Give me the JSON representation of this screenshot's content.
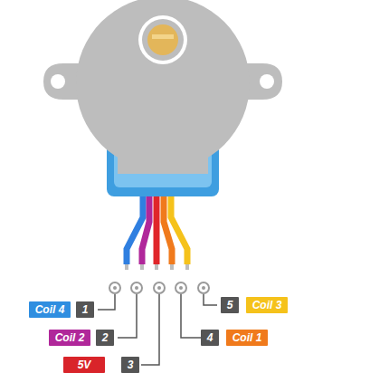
{
  "diagram": {
    "nodes": [
      {
        "text": [
          "Coil 4"
        ]
      },
      {
        "text": [
          "1"
        ]
      },
      {
        "text": [
          "5"
        ]
      },
      {
        "text": [
          "Coil 3"
        ]
      },
      {
        "text": [
          "Coil 2"
        ]
      },
      {
        "text": [
          "2"
        ]
      },
      {
        "text": [
          "4"
        ]
      },
      {
        "text": [
          "Coil 1"
        ]
      },
      {
        "text": [
          "5V"
        ]
      },
      {
        "text": [
          "3"
        ]
      }
    ]
  }
}
